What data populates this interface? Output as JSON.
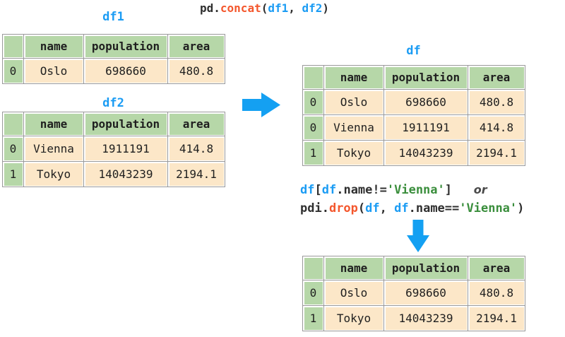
{
  "title_code": {
    "tokens": [
      {
        "t": "pd.",
        "c": "plain"
      },
      {
        "t": "concat",
        "c": "func"
      },
      {
        "t": "(",
        "c": "plain"
      },
      {
        "t": "df1",
        "c": "var"
      },
      {
        "t": ", ",
        "c": "plain"
      },
      {
        "t": "df2",
        "c": "var"
      },
      {
        "t": ")",
        "c": "plain"
      }
    ]
  },
  "tables": {
    "df1": {
      "label": "df1",
      "columns": [
        "",
        "name",
        "population",
        "area"
      ],
      "rows": [
        [
          "0",
          "Oslo",
          "698660",
          "480.8"
        ]
      ]
    },
    "df2": {
      "label": "df2",
      "columns": [
        "",
        "name",
        "population",
        "area"
      ],
      "rows": [
        [
          "0",
          "Vienna",
          "1911191",
          "414.8"
        ],
        [
          "1",
          "Tokyo",
          "14043239",
          "2194.1"
        ]
      ]
    },
    "df": {
      "label": "df",
      "columns": [
        "",
        "name",
        "population",
        "area"
      ],
      "rows": [
        [
          "0",
          "Oslo",
          "698660",
          "480.8"
        ],
        [
          "0",
          "Vienna",
          "1911191",
          "414.8"
        ],
        [
          "1",
          "Tokyo",
          "14043239",
          "2194.1"
        ]
      ]
    },
    "result": {
      "columns": [
        "",
        "name",
        "population",
        "area"
      ],
      "rows": [
        [
          "0",
          "Oslo",
          "698660",
          "480.8"
        ],
        [
          "1",
          "Tokyo",
          "14043239",
          "2194.1"
        ]
      ]
    }
  },
  "filter_code": {
    "line1": [
      {
        "t": "df",
        "c": "var"
      },
      {
        "t": "[",
        "c": "plain"
      },
      {
        "t": "df",
        "c": "var"
      },
      {
        "t": ".name!=",
        "c": "plain"
      },
      {
        "t": "'Vienna'",
        "c": "str"
      },
      {
        "t": "]",
        "c": "plain"
      },
      {
        "t": "   ",
        "c": "plain"
      },
      {
        "t": "or",
        "c": "or"
      }
    ],
    "line2": [
      {
        "t": "pdi.",
        "c": "plain"
      },
      {
        "t": "drop",
        "c": "func"
      },
      {
        "t": "(",
        "c": "plain"
      },
      {
        "t": "df",
        "c": "var"
      },
      {
        "t": ", ",
        "c": "plain"
      },
      {
        "t": "df",
        "c": "var"
      },
      {
        "t": ".name==",
        "c": "plain"
      },
      {
        "t": "'Vienna'",
        "c": "str"
      },
      {
        "t": ")",
        "c": "plain"
      }
    ]
  },
  "icons": {
    "right_arrow": "thick-right-arrow",
    "down_arrow": "thick-down-arrow"
  },
  "colors": {
    "table_header_bg": "#b6d7a8",
    "cell_bg": "#fce7c8",
    "border": "#9a9a9a",
    "cell_text": "#1f1f1f",
    "code_plain": "#2f2f2f",
    "code_func": "#f4572d",
    "code_var": "#1b9cf4",
    "code_str": "#3a8e3c",
    "or_text": "#4a4a4a",
    "arrow": "#14a0f2"
  }
}
